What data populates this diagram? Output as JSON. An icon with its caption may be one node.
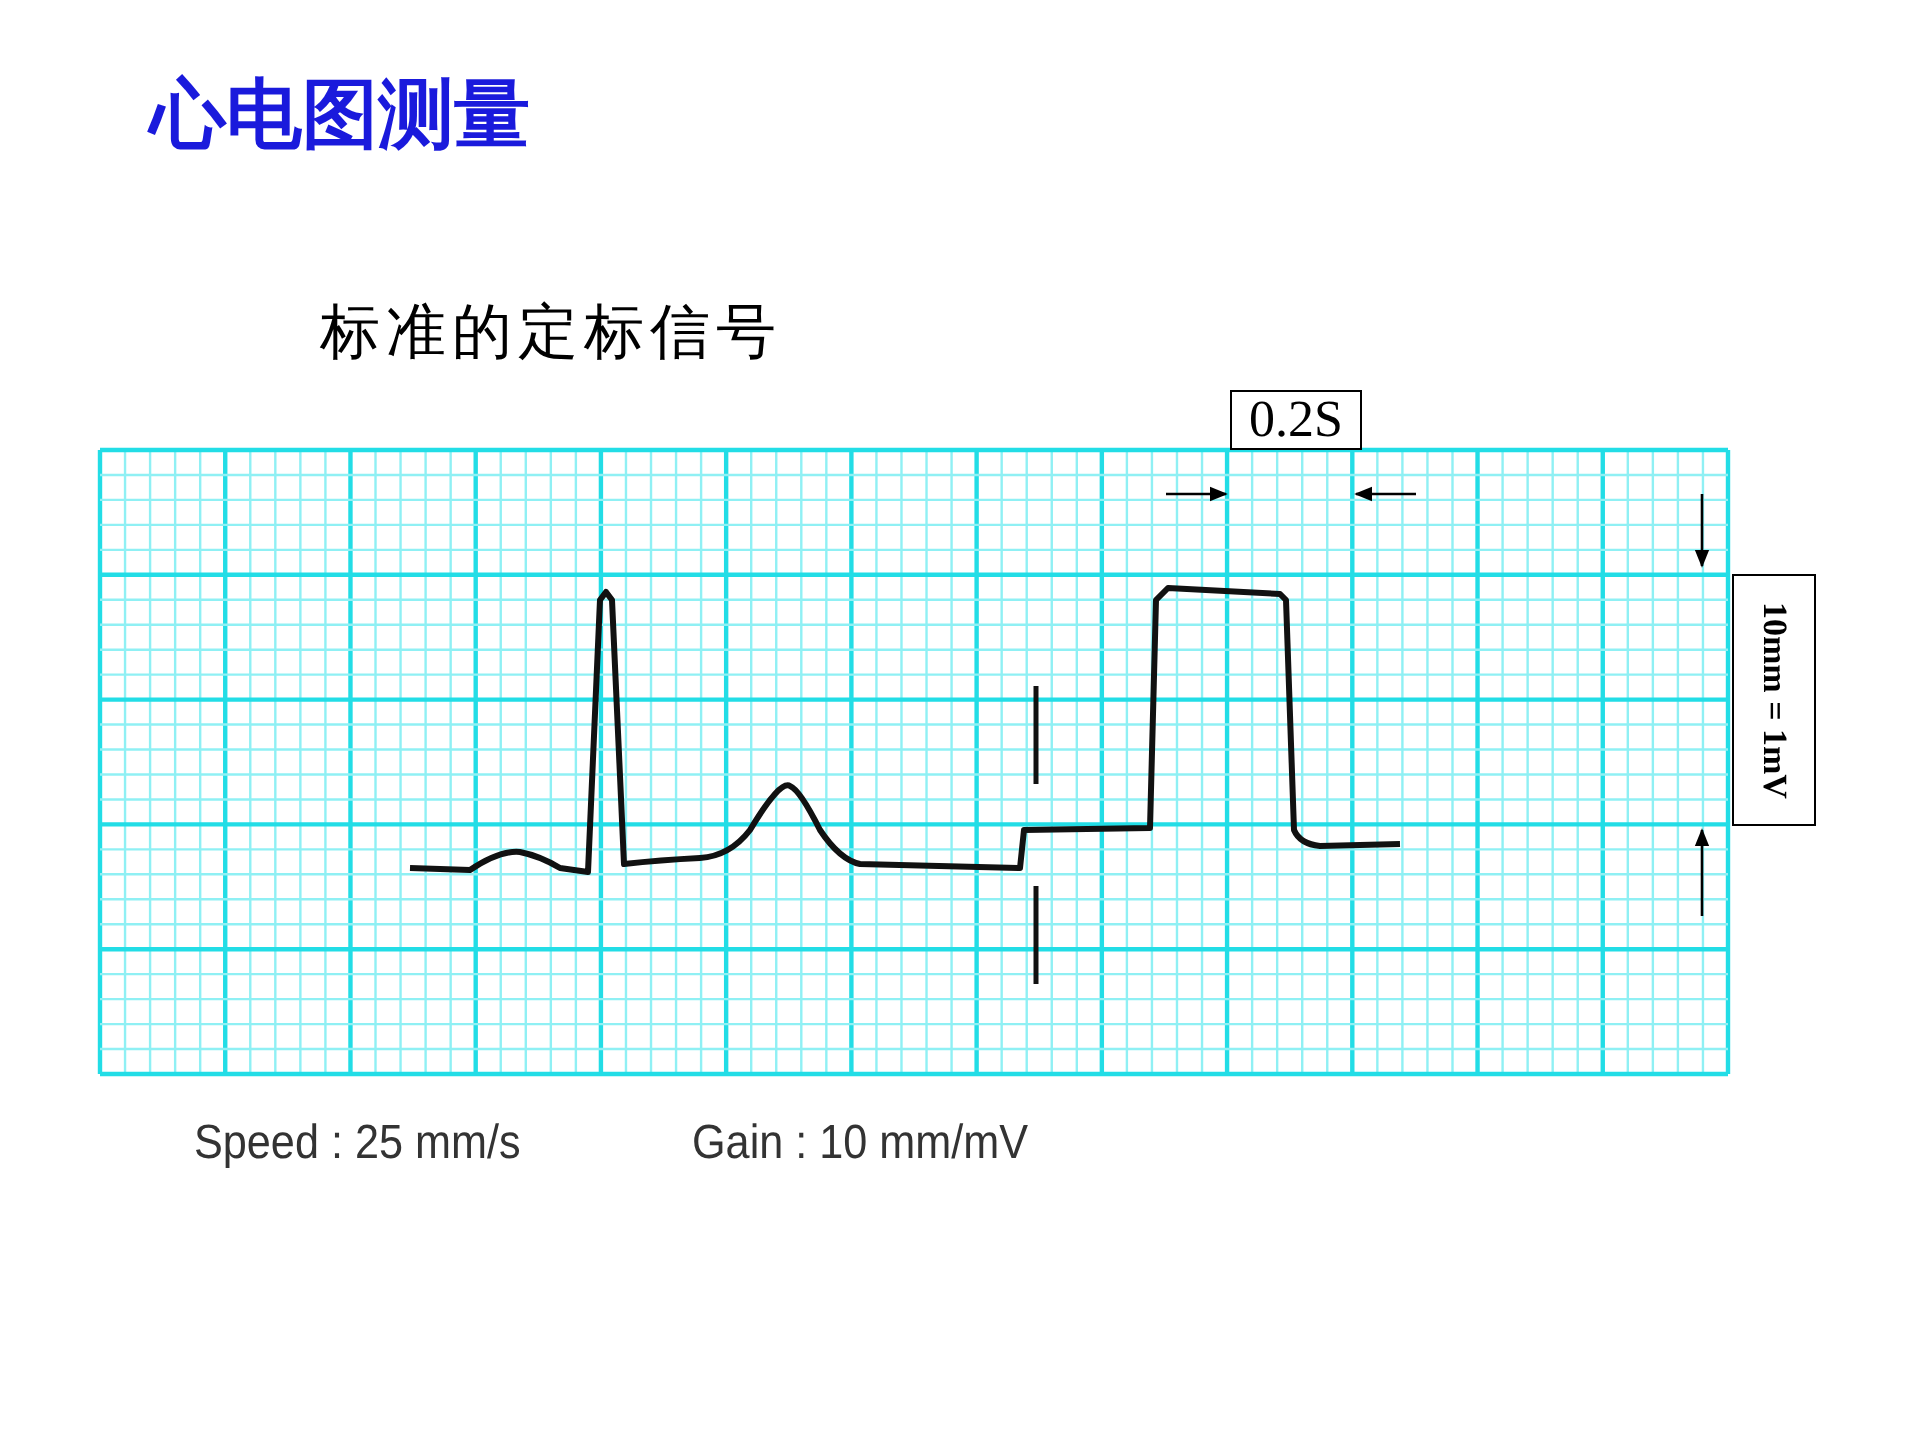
{
  "diagram": {
    "title": "心电图测量",
    "nodes": [
      {
        "text": [
          "0.2S"
        ]
      },
      {
        "text": [
          "10mm = 1mV"
        ]
      }
    ],
    "edges": [],
    "labels": [
      "标准的定标信号",
      "Speed : 25 mm/s",
      "Gain : 10 mm/mV"
    ]
  }
}
